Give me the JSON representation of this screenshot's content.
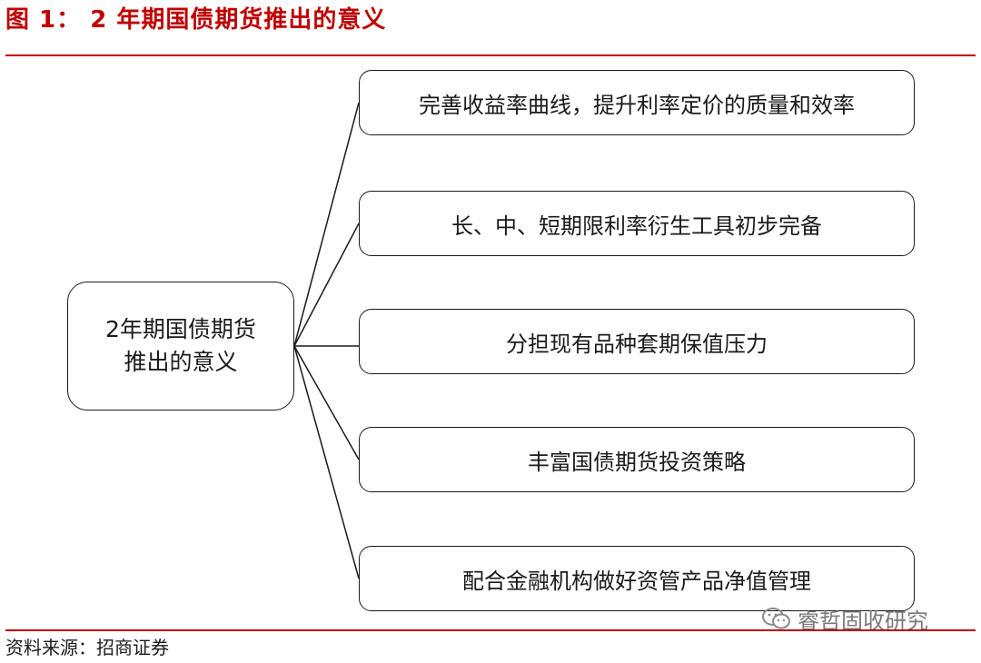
{
  "figure": {
    "title": "图 1： 2 年期国债期货推出的意义",
    "accent_color": "#c00000"
  },
  "diagram": {
    "center": {
      "line1": "2年期国债期货",
      "line2": "推出的意义"
    },
    "branches": [
      "完善收益率曲线，提升利率定价的质量和效率",
      "长、中、短期限利率衍生工具初步完备",
      "分担现有品种套期保值压力",
      "丰富国债期货投资策略",
      "配合金融机构做好资管产品净值管理"
    ]
  },
  "source": "资料来源：招商证券",
  "watermark": {
    "icon": "wechat-icon",
    "text": "睿哲固收研究"
  }
}
